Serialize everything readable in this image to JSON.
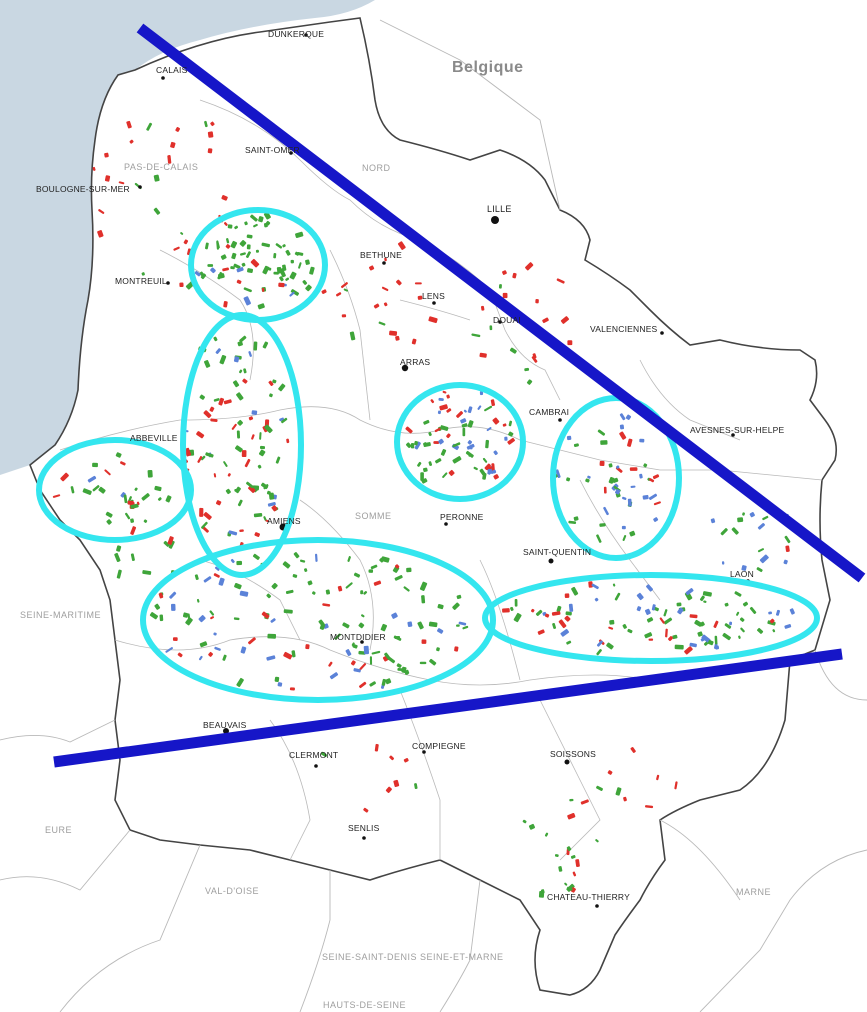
{
  "map": {
    "country_label": "Belgique",
    "colors": {
      "sea": "#c9d7e2",
      "region_border": "#444444",
      "internal_border": "#b9b9b9",
      "ellipse": "#34e6ef",
      "line": "#1616c8",
      "marker_green": "#3fa53a",
      "marker_red": "#e0302b",
      "marker_blue": "#5b82d8",
      "city_dot": "#111111"
    },
    "departments": [
      "PAS-DE-CALAIS",
      "NORD",
      "SOMME",
      "SEINE-MARITIME",
      "EURE",
      "VAL-D'OISE",
      "SEINE-ET-MARNE",
      "MARNE",
      "SEINE-SAINT-DENIS",
      "HAUTS-DE-SEINE"
    ],
    "cities": [
      "DUNKERQUE",
      "CALAIS",
      "SAINT-OMER",
      "BOULOGNE-SUR-MER",
      "LILLE",
      "BETHUNE",
      "MONTREUIL",
      "LENS",
      "DOUAI",
      "VALENCIENNES",
      "ARRAS",
      "CAMBRAI",
      "AVESNES-SUR-HELPE",
      "ABBEVILLE",
      "AMIENS",
      "PERONNE",
      "SAINT-QUENTIN",
      "LAON",
      "MONTDIDIER",
      "BEAUVAIS",
      "CLERMONT",
      "COMPIEGNE",
      "SOISSONS",
      "SENLIS",
      "CHATEAU-THIERRY"
    ]
  }
}
